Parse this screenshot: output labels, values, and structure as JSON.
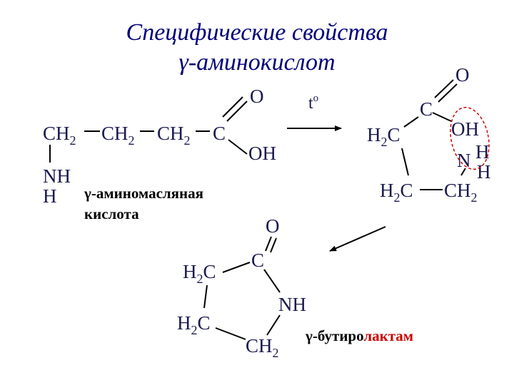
{
  "title": {
    "line1": "Специфические свойства",
    "line2": "γ-аминокислот"
  },
  "reaction": {
    "condition": "t",
    "condition_sup": "o"
  },
  "reactant": {
    "atoms": {
      "ch2_a": "CH",
      "ch2_b": "CH",
      "ch2_c": "CH",
      "sub2": "2",
      "c": "C",
      "o": "O",
      "oh": "OH",
      "nh": "NH",
      "h": "H"
    },
    "name_line1": "γ-аминомасляная",
    "name_line2": "кислота"
  },
  "intermediate": {
    "atoms": {
      "o": "O",
      "c": "C",
      "oh": "OH",
      "h2c_top": "H",
      "h2c_bottom": "H",
      "c_suffix": "C",
      "sub2": "2",
      "n": "N",
      "h_upper": "H",
      "h_lower": "H",
      "ch2": "CH"
    }
  },
  "product": {
    "atoms": {
      "o": "O",
      "c": "C",
      "h2c_top": "H",
      "h2c_bottom": "H",
      "c_suffix": "C",
      "sub2": "2",
      "nh": "NH",
      "ch2": "CH"
    },
    "name_part1": "γ-бутиро",
    "name_part2": "лактам",
    "name_part2_color": "#cc0000"
  },
  "colors": {
    "title": "#00007a",
    "atoms": "#1a1a4e",
    "highlight_ellipse": "#cc0000"
  }
}
